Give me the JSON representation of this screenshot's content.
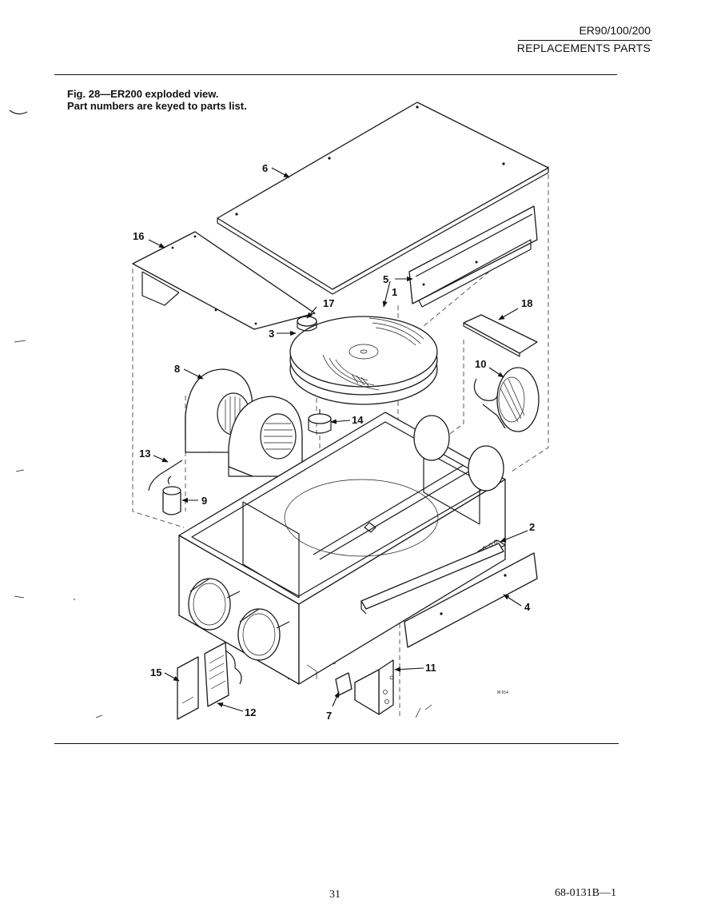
{
  "header": {
    "model": "ER90/100/200",
    "section": "REPLACEMENTS PARTS"
  },
  "caption": {
    "line1": "Fig. 28—ER200 exploded view.",
    "line2": "Part numbers are keyed to parts list."
  },
  "figure": {
    "drawing_code": "M 914",
    "callouts": {
      "c1": "1",
      "c2": "2",
      "c3": "3",
      "c4": "4",
      "c5": "5",
      "c6": "6",
      "c7": "7",
      "c8": "8",
      "c9": "9",
      "c10": "10",
      "c11": "11",
      "c12": "12",
      "c13": "13",
      "c14": "14",
      "c15": "15",
      "c16": "16",
      "c17": "17",
      "c18": "18"
    }
  },
  "footer": {
    "page_number": "31",
    "document_number": "68-0131B—1"
  }
}
